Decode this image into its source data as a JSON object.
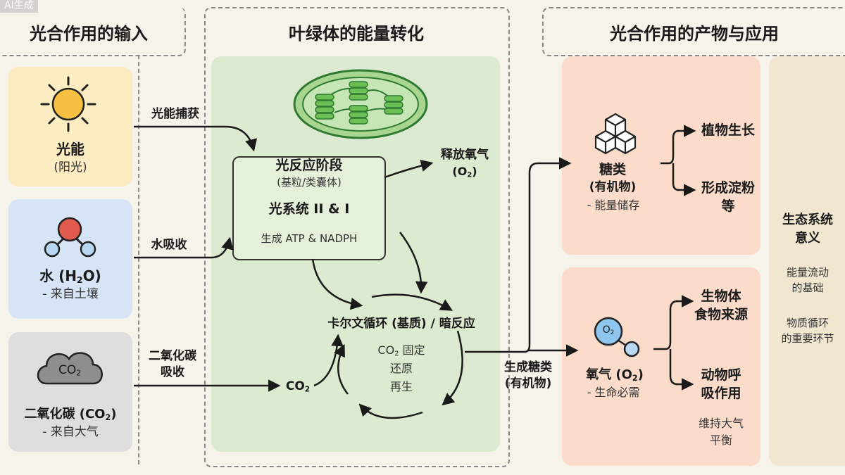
{
  "watermark": "AI生成",
  "sections": {
    "inputs_title": "光合作用的输入",
    "chloroplast_title": "叶绿体的能量转化",
    "outputs_title": "光合作用的产物与应用"
  },
  "inputs": {
    "light": {
      "name": "光能",
      "sub": "(阳光)",
      "icon": "sun-icon"
    },
    "water": {
      "name_pre": "水 (H",
      "name_sub": "2",
      "name_post": "O)",
      "sub": "- 来自土壤",
      "icon": "water-molecule-icon"
    },
    "co2": {
      "icon_pre": "CO",
      "icon_sub": "2",
      "name_pre": "二氧化碳 (CO",
      "name_sub": "2",
      "name_post": ")",
      "sub": "- 来自大气",
      "icon": "co2-cloud-icon"
    }
  },
  "edges": {
    "light_capture": "光能捕获",
    "water_absorb": "水吸收",
    "co2_absorb_1": "二氧化碳",
    "co2_absorb_2": "吸收",
    "co2_node_pre": "CO",
    "co2_node_sub": "2",
    "sugar_out_1": "生成糖类",
    "sugar_out_2": "(有机物)"
  },
  "light_reaction": {
    "title": "光反应阶段",
    "location": "(基粒/类囊体)",
    "photosystems": "光系统 II & I",
    "products": "生成 ATP & NADPH"
  },
  "oxygen_release": {
    "label": "释放氧气",
    "formula_pre": "(O",
    "formula_sub": "2",
    "formula_post": ")"
  },
  "calvin": {
    "title": "卡尔文循环 (基质) / 暗反应",
    "step1_pre": "CO",
    "step1_sub": "2",
    "step1_post": " 固定",
    "step2": "还原",
    "step3": "再生"
  },
  "outputs": {
    "sugar": {
      "name": "糖类",
      "sub": "(有机物)",
      "note": "- 能量储存",
      "icon": "sugar-cubes-icon",
      "uses": [
        "植物生长",
        "形成淀粉",
        "等"
      ]
    },
    "oxygen": {
      "icon_pre": "O",
      "icon_sub": "2",
      "name_pre": "氧气 (O",
      "name_sub": "2",
      "name_post": ")",
      "note": "- 生命必需",
      "icon": "oxygen-molecule-icon",
      "uses": [
        "生物体",
        "食物来源",
        "动物呼",
        "吸作用"
      ],
      "extra": [
        "维持大气",
        "平衡"
      ]
    }
  },
  "ecology": {
    "title_1": "生态系统",
    "title_2": "意义",
    "point1_1": "能量流动",
    "point1_2": "的基础",
    "point2_1": "物质循环",
    "point2_2": "的重要环节"
  },
  "colors": {
    "background": "#f6f3ea",
    "light_card": "#fbecc2",
    "water_card": "#d6e4f5",
    "co2_card": "#dedede",
    "chloroplast_panel": "#dcebd0",
    "output_card": "#fbdccb",
    "ecology_card": "#f1e7d1",
    "arrow": "#1a1a1a"
  }
}
